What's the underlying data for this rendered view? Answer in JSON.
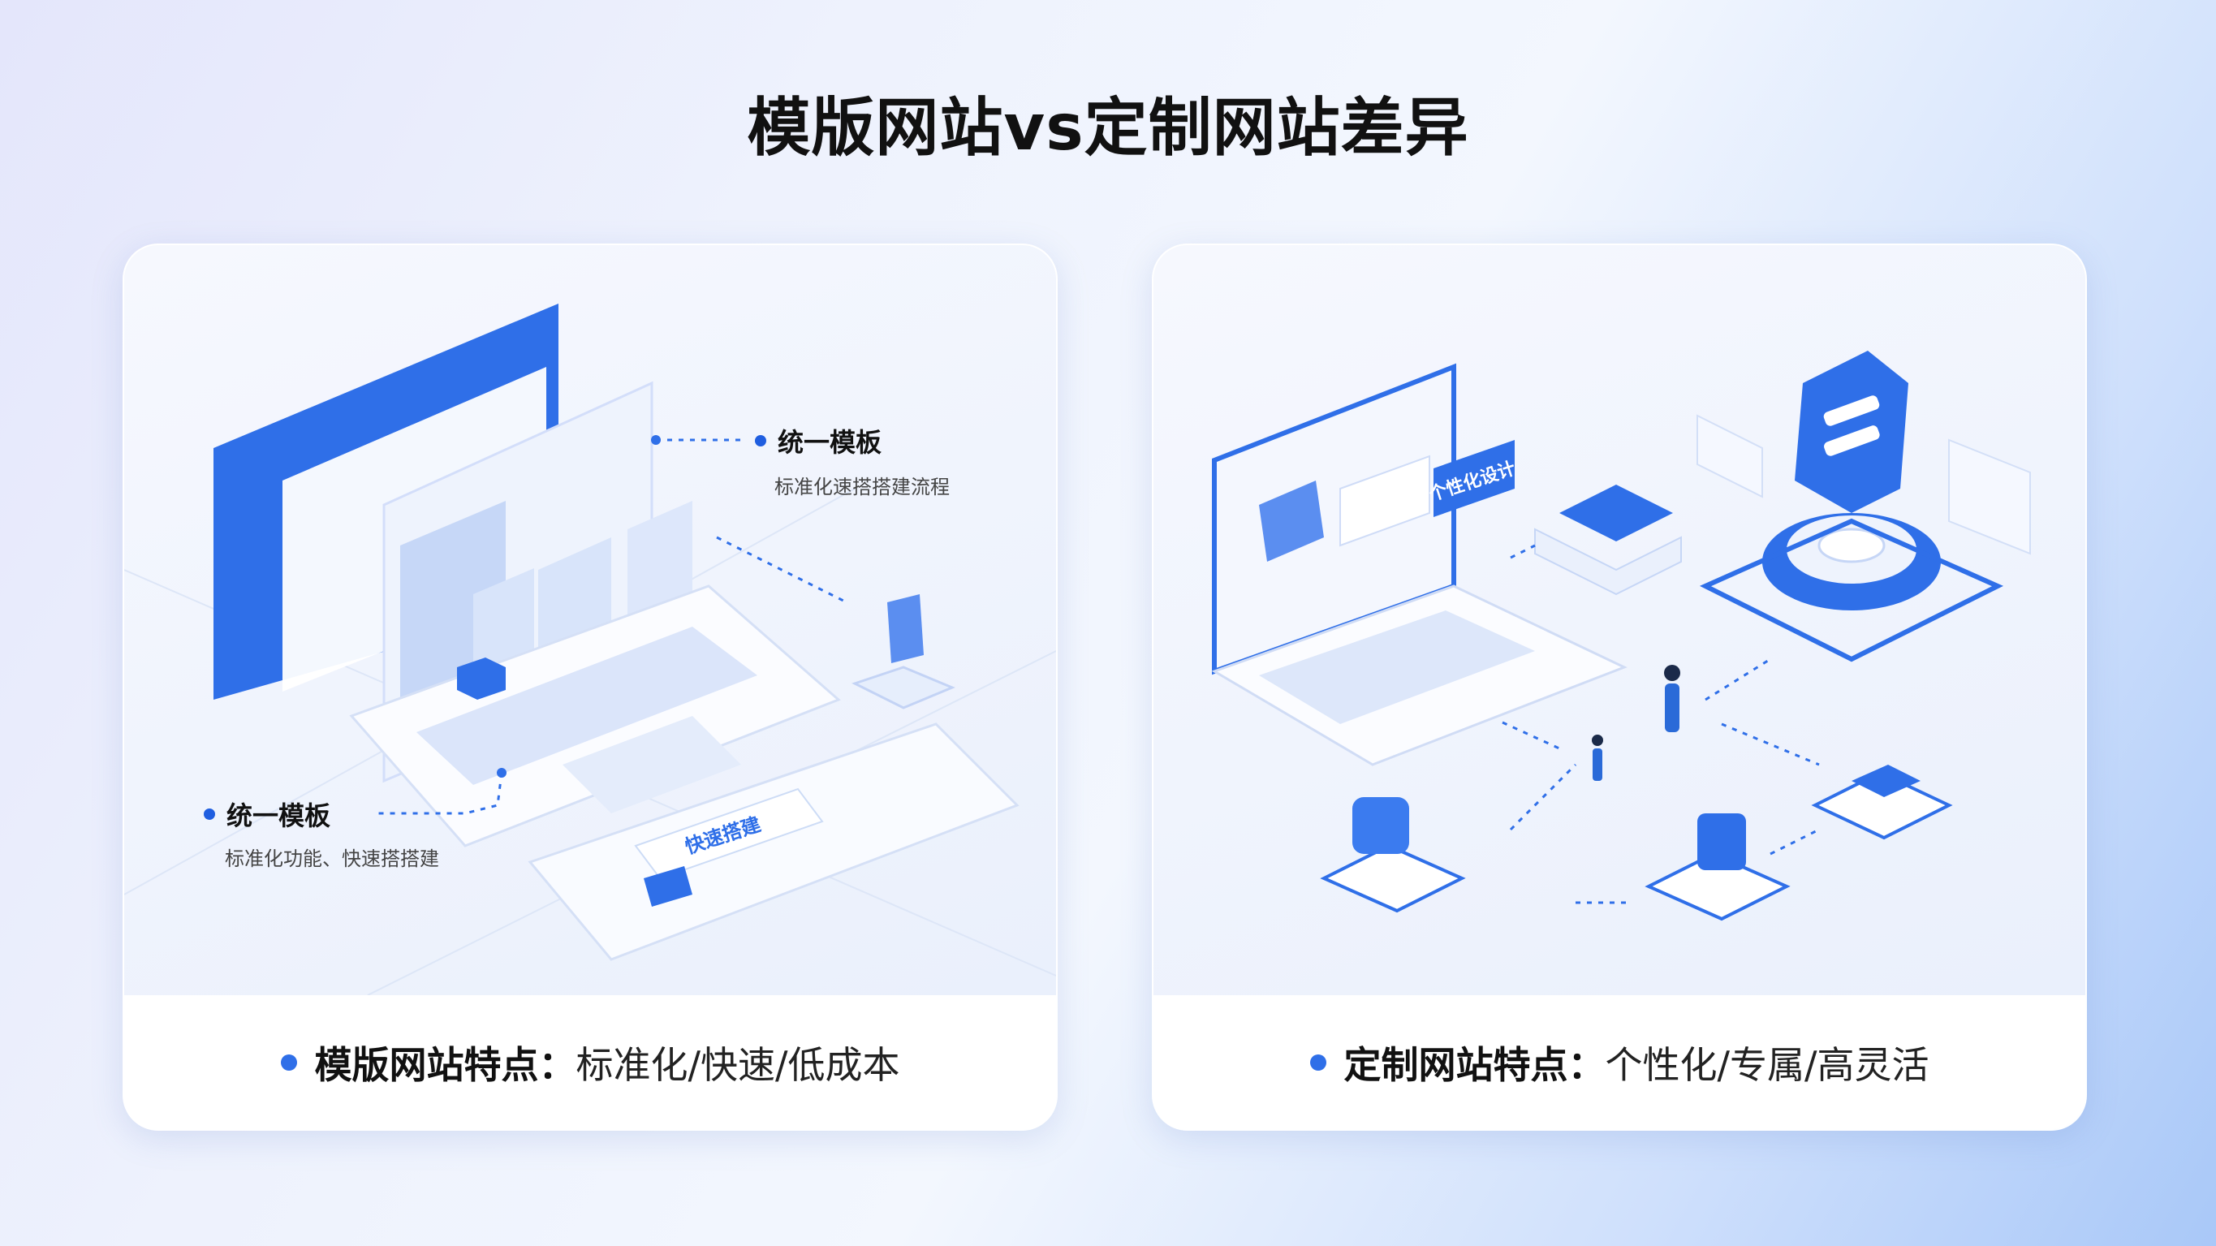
{
  "title": "模版网站vs定制网站差异",
  "left_card": {
    "callout_top": {
      "label": "统一模板",
      "desc": "标准化速搭搭建流程"
    },
    "callout_bottom": {
      "label": "统一模板",
      "desc": "标准化功能、快速搭搭建"
    },
    "illustration_tag": "快速搭建",
    "footer": {
      "heading": "模版网站特点：",
      "value": "标准化/快速/低成本"
    }
  },
  "right_card": {
    "illustration_tag": "个性化设计",
    "footer": {
      "heading": "定制网站特点：",
      "value": "个性化/专属/高灵活"
    }
  },
  "colors": {
    "accent": "#2f6fe8",
    "light_accent": "#cfdcfa"
  }
}
